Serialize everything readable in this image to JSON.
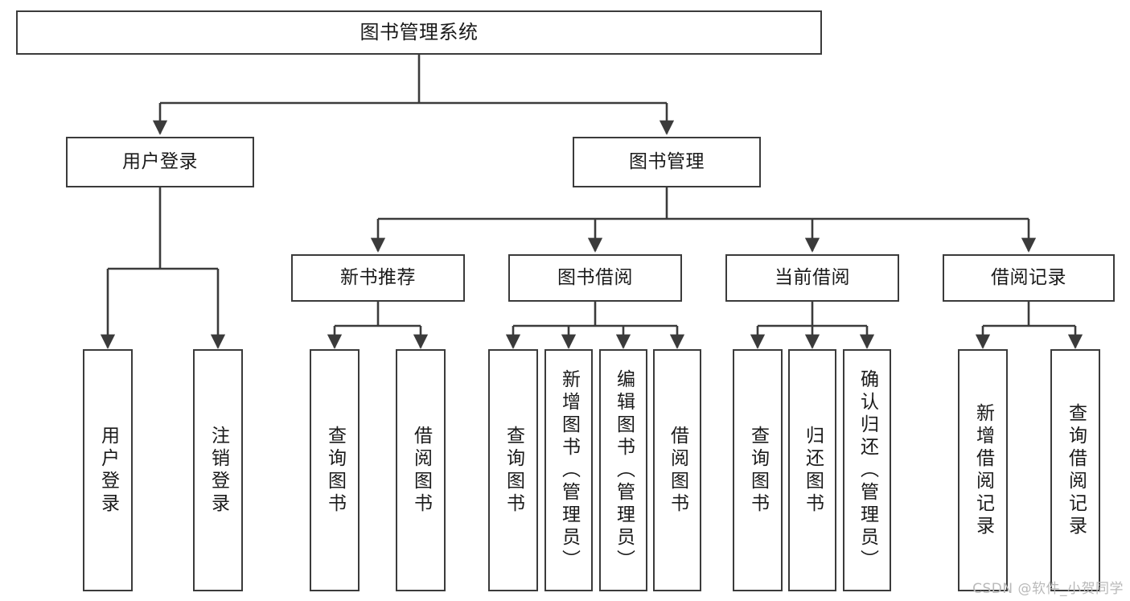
{
  "diagram": {
    "type": "tree-hierarchy",
    "title": "图书管理系统",
    "colors": {
      "box_border": "#3b3b3b",
      "box_fill": "#ffffff",
      "edge": "#3b3b3b",
      "text": "#1a1a1a",
      "watermark": "#b9b9b9",
      "background": "#ffffff"
    },
    "levels": {
      "root": {
        "label": "图书管理系统"
      },
      "level2": [
        {
          "label": "用户登录"
        },
        {
          "label": "图书管理"
        }
      ],
      "level3": [
        {
          "label": "新书推荐"
        },
        {
          "label": "图书借阅"
        },
        {
          "label": "当前借阅"
        },
        {
          "label": "借阅记录"
        }
      ],
      "leaves": {
        "user_login": [
          {
            "label": "用户登录"
          },
          {
            "label": "注销登录"
          }
        ],
        "new_book_recommend": [
          {
            "label": "查询图书"
          },
          {
            "label": "借阅图书"
          }
        ],
        "book_borrow": [
          {
            "label": "查询图书"
          },
          {
            "label": "新增图书（管理员）"
          },
          {
            "label": "编辑图书（管理员）"
          },
          {
            "label": "借阅图书"
          }
        ],
        "current_borrow": [
          {
            "label": "查询图书"
          },
          {
            "label": "归还图书"
          },
          {
            "label": "确认归还（管理员）"
          }
        ],
        "borrow_records": [
          {
            "label": "新增借阅记录"
          },
          {
            "label": "查询借阅记录"
          }
        ]
      }
    },
    "watermark": "CSDN @软件_小贺同学"
  }
}
